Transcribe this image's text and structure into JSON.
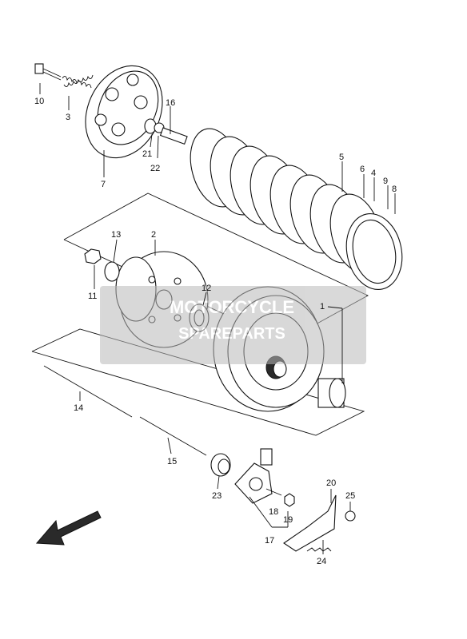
{
  "watermark": {
    "line1": "MOTORCYCLE",
    "line2": "SPAREPARTS",
    "color": "#b9b9b9"
  },
  "direction_arrow": "front-arrow-icon",
  "callouts": [
    {
      "id": "p1",
      "text": "1"
    },
    {
      "id": "p2",
      "text": "2"
    },
    {
      "id": "p3",
      "text": "3"
    },
    {
      "id": "p4",
      "text": "4"
    },
    {
      "id": "p5",
      "text": "5"
    },
    {
      "id": "p6",
      "text": "6"
    },
    {
      "id": "p7",
      "text": "7"
    },
    {
      "id": "p8",
      "text": "8"
    },
    {
      "id": "p9",
      "text": "9"
    },
    {
      "id": "p10",
      "text": "10"
    },
    {
      "id": "p11",
      "text": "11"
    },
    {
      "id": "p12",
      "text": "12"
    },
    {
      "id": "p13",
      "text": "13"
    },
    {
      "id": "p14",
      "text": "14"
    },
    {
      "id": "p15",
      "text": "15"
    },
    {
      "id": "p16",
      "text": "16"
    },
    {
      "id": "p17",
      "text": "17"
    },
    {
      "id": "p18",
      "text": "18"
    },
    {
      "id": "p19",
      "text": "19"
    },
    {
      "id": "p20",
      "text": "20"
    },
    {
      "id": "p21",
      "text": "21"
    },
    {
      "id": "p22",
      "text": "22"
    },
    {
      "id": "p23",
      "text": "23"
    },
    {
      "id": "p24",
      "text": "24"
    },
    {
      "id": "p25",
      "text": "25"
    }
  ]
}
